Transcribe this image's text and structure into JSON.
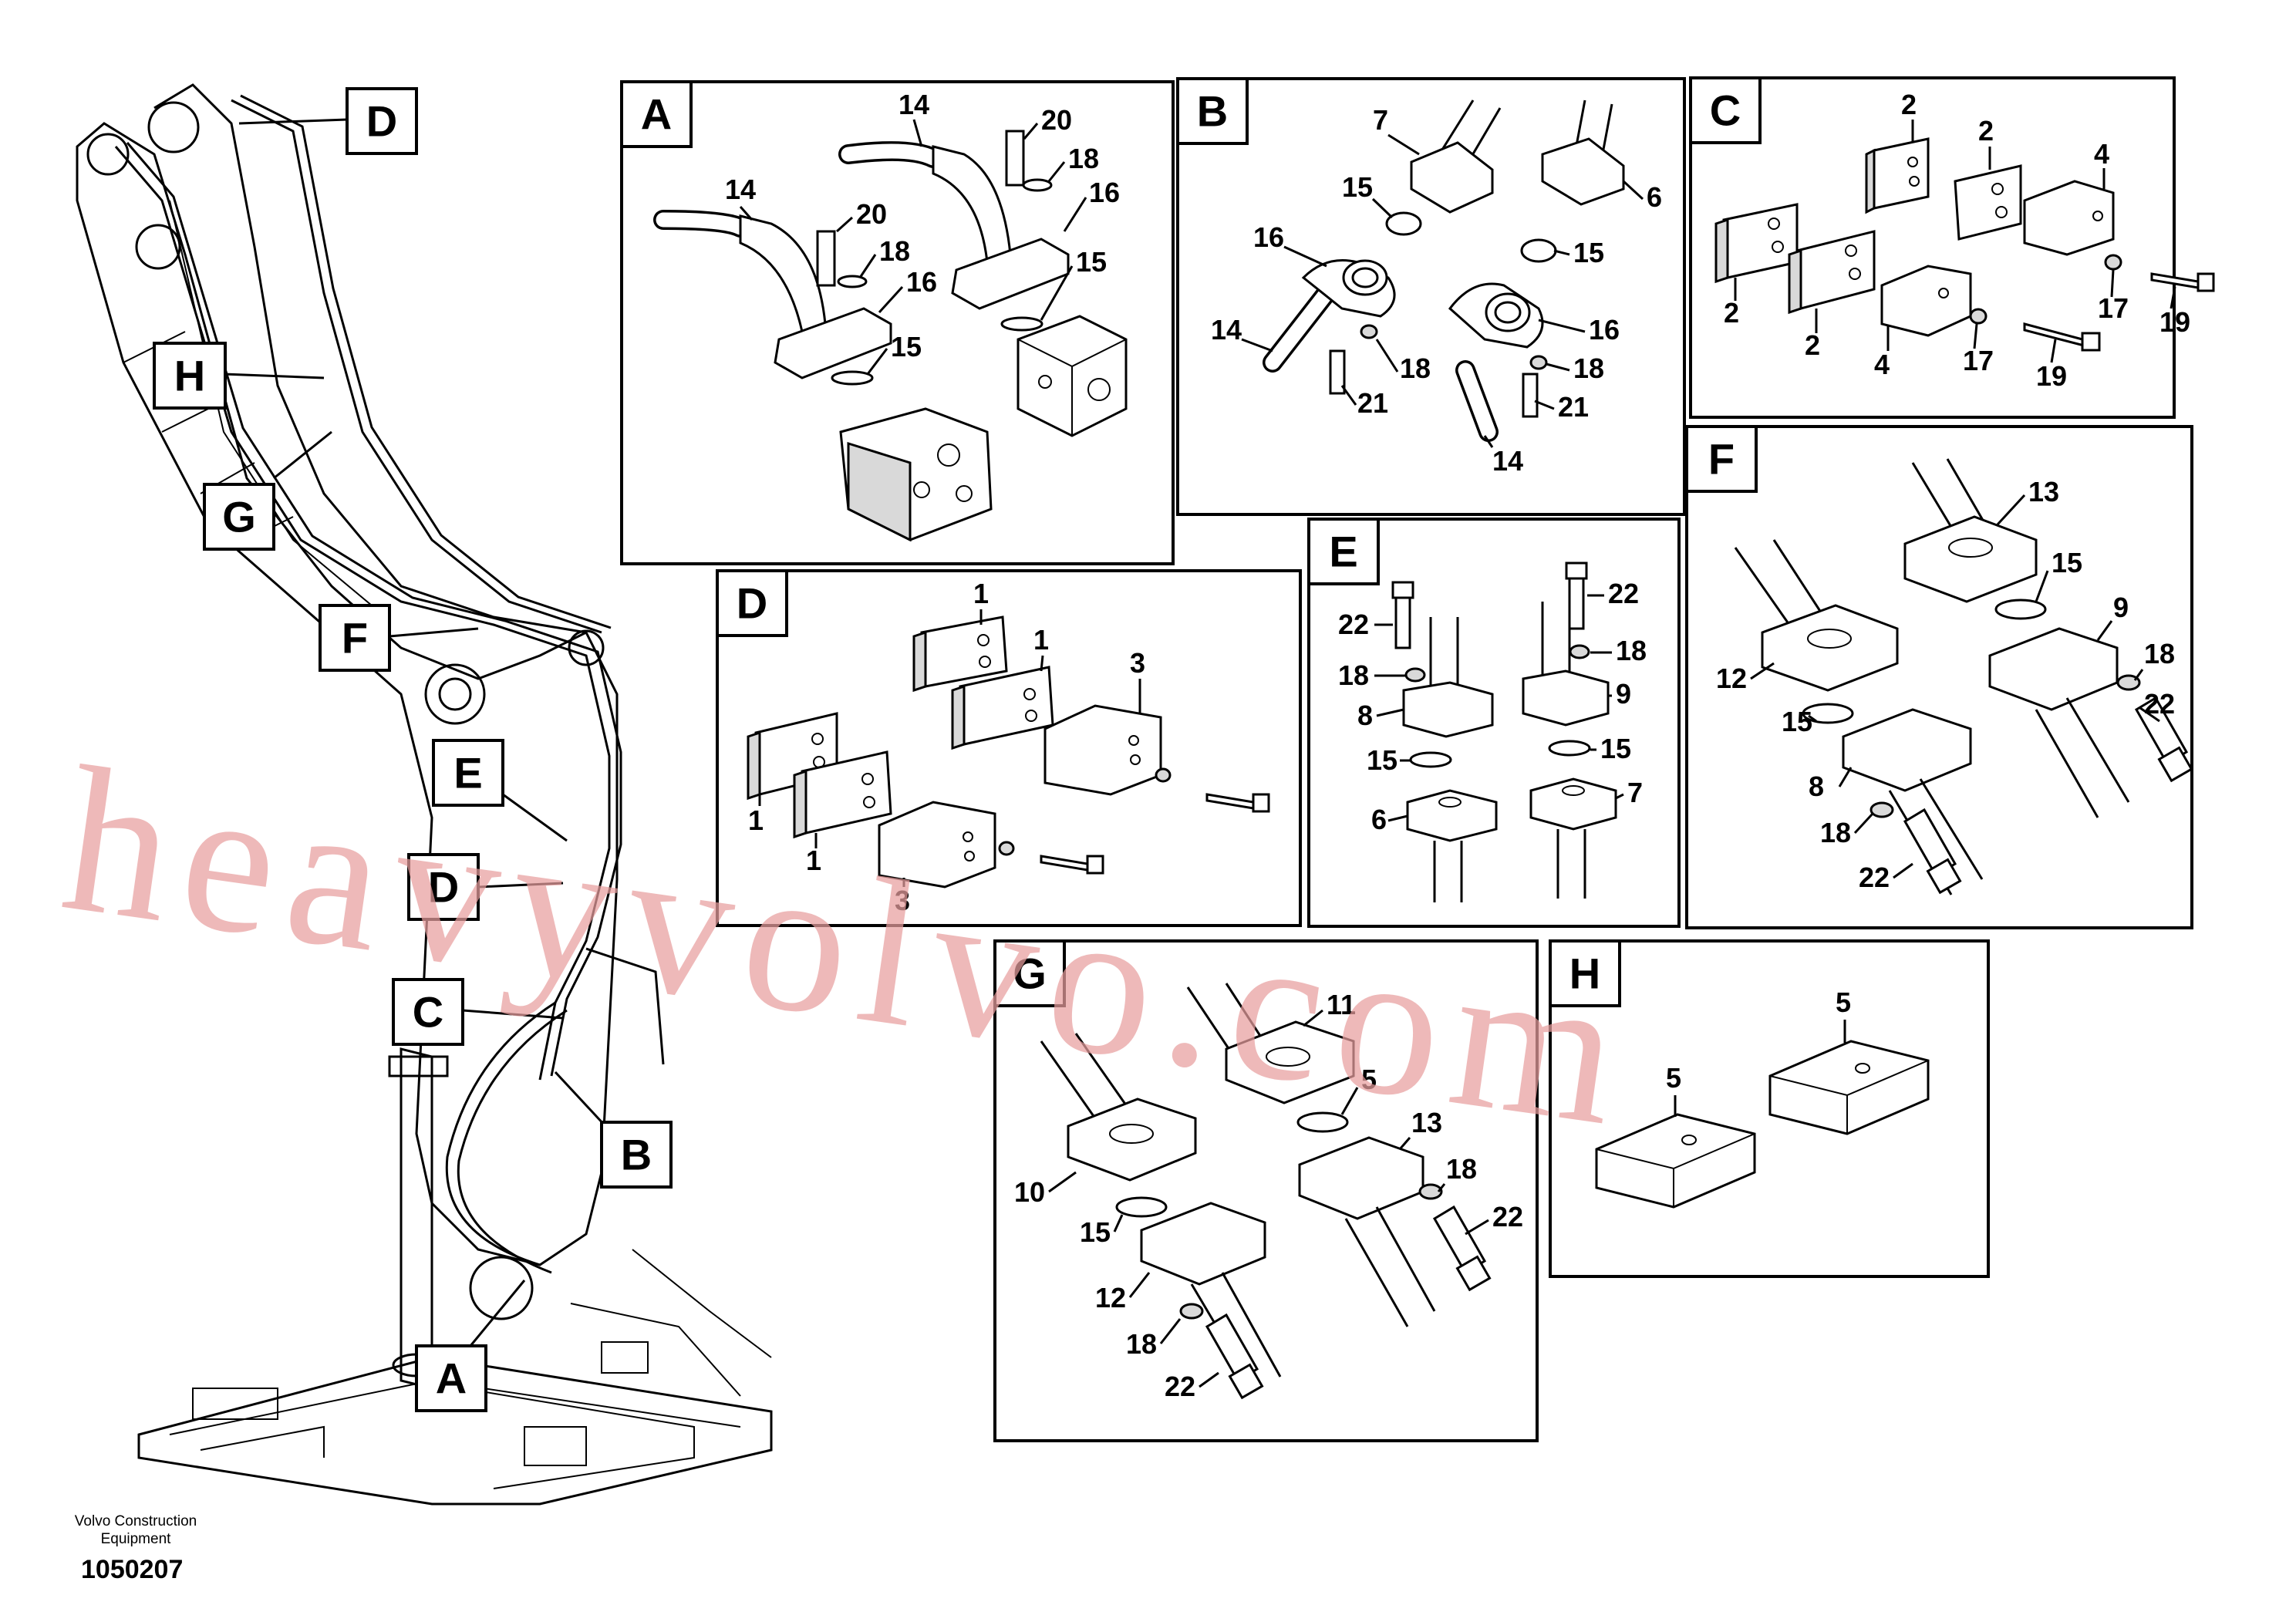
{
  "overview": {
    "tags": [
      "D",
      "H",
      "G",
      "F",
      "E",
      "D",
      "C",
      "B",
      "A"
    ]
  },
  "panels": {
    "A": {
      "letter": "A",
      "callouts": [
        "14",
        "20",
        "18",
        "16",
        "15",
        "14",
        "20",
        "18",
        "16",
        "15"
      ]
    },
    "B": {
      "letter": "B",
      "callouts": [
        "7",
        "6",
        "15",
        "16",
        "15",
        "14",
        "18",
        "16",
        "21",
        "18",
        "21",
        "14"
      ]
    },
    "C": {
      "letter": "C",
      "callouts": [
        "2",
        "2",
        "4",
        "2",
        "2",
        "4",
        "17",
        "19",
        "17",
        "19"
      ]
    },
    "D": {
      "letter": "D",
      "callouts": [
        "1",
        "1",
        "3",
        "1",
        "1",
        "3"
      ]
    },
    "E": {
      "letter": "E",
      "callouts": [
        "22",
        "22",
        "18",
        "18",
        "8",
        "9",
        "15",
        "15",
        "6",
        "7"
      ]
    },
    "F": {
      "letter": "F",
      "callouts": [
        "13",
        "15",
        "9",
        "12",
        "18",
        "15",
        "22",
        "8",
        "18",
        "22"
      ]
    },
    "G": {
      "letter": "G",
      "callouts": [
        "11",
        "5",
        "13",
        "10",
        "18",
        "15",
        "22",
        "12",
        "18",
        "22"
      ]
    },
    "H": {
      "letter": "H",
      "callouts": [
        "5",
        "5"
      ]
    }
  },
  "footer": {
    "company_line1": "Volvo Construction",
    "company_line2": "Equipment",
    "drawing_number": "1050207"
  },
  "watermark": "heavyvolvo.com"
}
